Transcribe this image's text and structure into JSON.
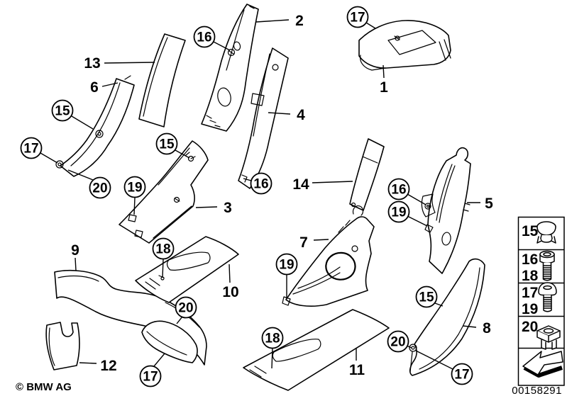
{
  "colors": {
    "line": "#000000",
    "background": "#ffffff"
  },
  "footer": {
    "copyright": "© BMW AG",
    "image_number": "00158291"
  },
  "callouts": [
    {
      "label": "13",
      "style": "plain"
    },
    {
      "label": "6",
      "style": "plain"
    },
    {
      "label": "15",
      "style": "circled"
    },
    {
      "label": "17",
      "style": "circled"
    },
    {
      "label": "20",
      "style": "circled"
    },
    {
      "label": "16",
      "style": "circled"
    },
    {
      "label": "2",
      "style": "plain"
    },
    {
      "label": "4",
      "style": "plain"
    },
    {
      "label": "15",
      "style": "circled"
    },
    {
      "label": "19",
      "style": "circled"
    },
    {
      "label": "3",
      "style": "plain"
    },
    {
      "label": "16",
      "style": "circled"
    },
    {
      "label": "17",
      "style": "circled"
    },
    {
      "label": "1",
      "style": "plain"
    },
    {
      "label": "14",
      "style": "plain"
    },
    {
      "label": "16",
      "style": "circled"
    },
    {
      "label": "19",
      "style": "circled"
    },
    {
      "label": "5",
      "style": "plain"
    },
    {
      "label": "9",
      "style": "plain"
    },
    {
      "label": "18",
      "style": "circled"
    },
    {
      "label": "10",
      "style": "plain"
    },
    {
      "label": "20",
      "style": "circled"
    },
    {
      "label": "12",
      "style": "plain"
    },
    {
      "label": "17",
      "style": "circled"
    },
    {
      "label": "7",
      "style": "plain"
    },
    {
      "label": "19",
      "style": "circled"
    },
    {
      "label": "18",
      "style": "circled"
    },
    {
      "label": "11",
      "style": "plain"
    },
    {
      "label": "20",
      "style": "circled"
    },
    {
      "label": "15",
      "style": "circled"
    },
    {
      "label": "8",
      "style": "plain"
    },
    {
      "label": "17",
      "style": "circled"
    }
  ],
  "legend": {
    "rows": [
      {
        "labels": [
          "15"
        ],
        "icon": "expanding-rivet-icon"
      },
      {
        "labels": [
          "16",
          "18"
        ],
        "icon": "socket-head-screw-icon"
      },
      {
        "labels": [
          "17",
          "19"
        ],
        "icon": "button-head-screw-icon"
      },
      {
        "labels": [
          "20"
        ],
        "icon": "clip-nut-icon"
      }
    ],
    "arrow_icon": "direction-arrow-left"
  }
}
